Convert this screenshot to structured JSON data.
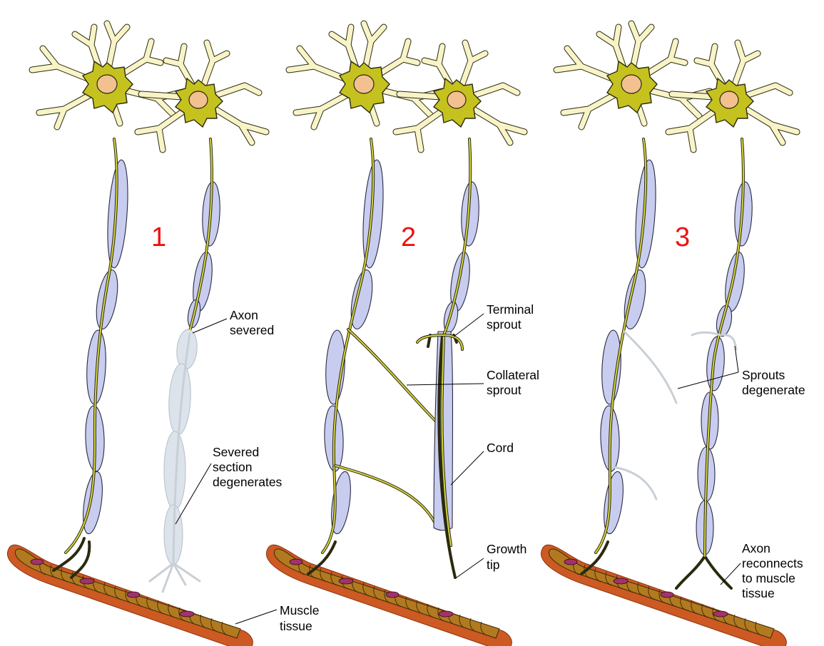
{
  "stages": [
    {
      "number": "1"
    },
    {
      "number": "2"
    },
    {
      "number": "3"
    }
  ],
  "labels": {
    "axon_severed": [
      "Axon",
      "severed"
    ],
    "severed_section": [
      "Severed",
      "section",
      "degenerates"
    ],
    "muscle_tissue": [
      "Muscle",
      "tissue"
    ],
    "terminal_sprout": [
      "Terminal",
      "sprout"
    ],
    "collateral_sprout": [
      "Collateral",
      "sprout"
    ],
    "cord": [
      "Cord"
    ],
    "growth_tip": [
      "Growth",
      "tip"
    ],
    "sprouts_degenerate": [
      "Sprouts",
      "degenerate"
    ],
    "axon_reconnects": [
      "Axon",
      "reconnects",
      "to muscle",
      "tissue"
    ]
  },
  "colors": {
    "soma": "#c5c21f",
    "nucleus": "#f3c08f",
    "dendrite": "#f8f4c8",
    "myelin": "#c8cdf0",
    "degenerated": "#dde3ea",
    "muscle": "#cc5a22",
    "stage_number": "#ee1111"
  }
}
